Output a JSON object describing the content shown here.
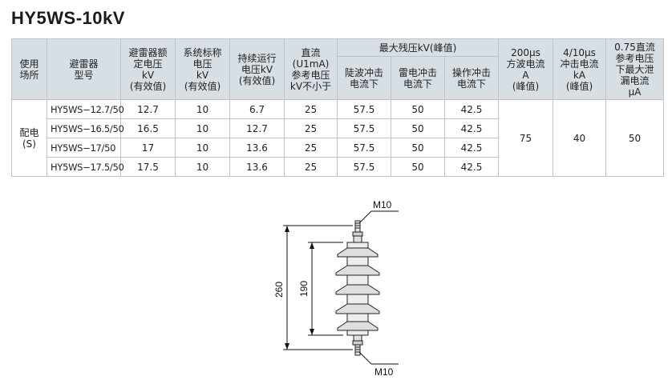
{
  "title": "HY5WS-10kV",
  "table": {
    "headers": {
      "site": "使用\n场所",
      "model": "避雷器\n型号",
      "rated_voltage": "避雷器额\n定电压\nkV\n(有效值)",
      "system_voltage": "系统标称\n电压\nkV\n(有效值)",
      "continuous_voltage": "持续运行\n电压kV\n(有效值)",
      "dc_reference": "直流\n(U1mA)\n参考电压\nkV不小于",
      "residual_group": "最大残压kV(峰值)",
      "steep_wave": "陡波冲击\n电流下",
      "lightning": "雷电冲击\n电流下",
      "switching": "操作冲击\n电流下",
      "square_wave": "200μs\n方波电流\nA\n(峰值)",
      "impulse_current": "4/10μs\n冲击电流\nkA\n(峰值)",
      "leakage": "0.75直流\n参考电压\n下最大泄\n漏电流\nμA"
    },
    "site_value": "配电\n(S)",
    "rows": [
      {
        "model": "HY5WS−12.7/50",
        "rated": "12.7",
        "system": "10",
        "continuous": "6.7",
        "dc": "25",
        "steep": "57.5",
        "lightning": "50",
        "switching": "42.5"
      },
      {
        "model": "HY5WS−16.5/50",
        "rated": "16.5",
        "system": "10",
        "continuous": "12.7",
        "dc": "25",
        "steep": "57.5",
        "lightning": "50",
        "switching": "42.5"
      },
      {
        "model": "HY5WS−17/50",
        "rated": "17",
        "system": "10",
        "continuous": "13.6",
        "dc": "25",
        "steep": "57.5",
        "lightning": "50",
        "switching": "42.5"
      },
      {
        "model": "HY5WS−17.5/50",
        "rated": "17.5",
        "system": "10",
        "continuous": "13.6",
        "dc": "25",
        "steep": "57.5",
        "lightning": "50",
        "switching": "42.5"
      }
    ],
    "shared": {
      "square_wave": "75",
      "impulse_current": "40",
      "leakage": "50"
    }
  },
  "drawing": {
    "top_thread": "M10",
    "bottom_thread": "M10",
    "overall_height": "260",
    "body_height": "190"
  },
  "colors": {
    "header_bg": "#d7dee4",
    "border": "#bfc3c7"
  }
}
